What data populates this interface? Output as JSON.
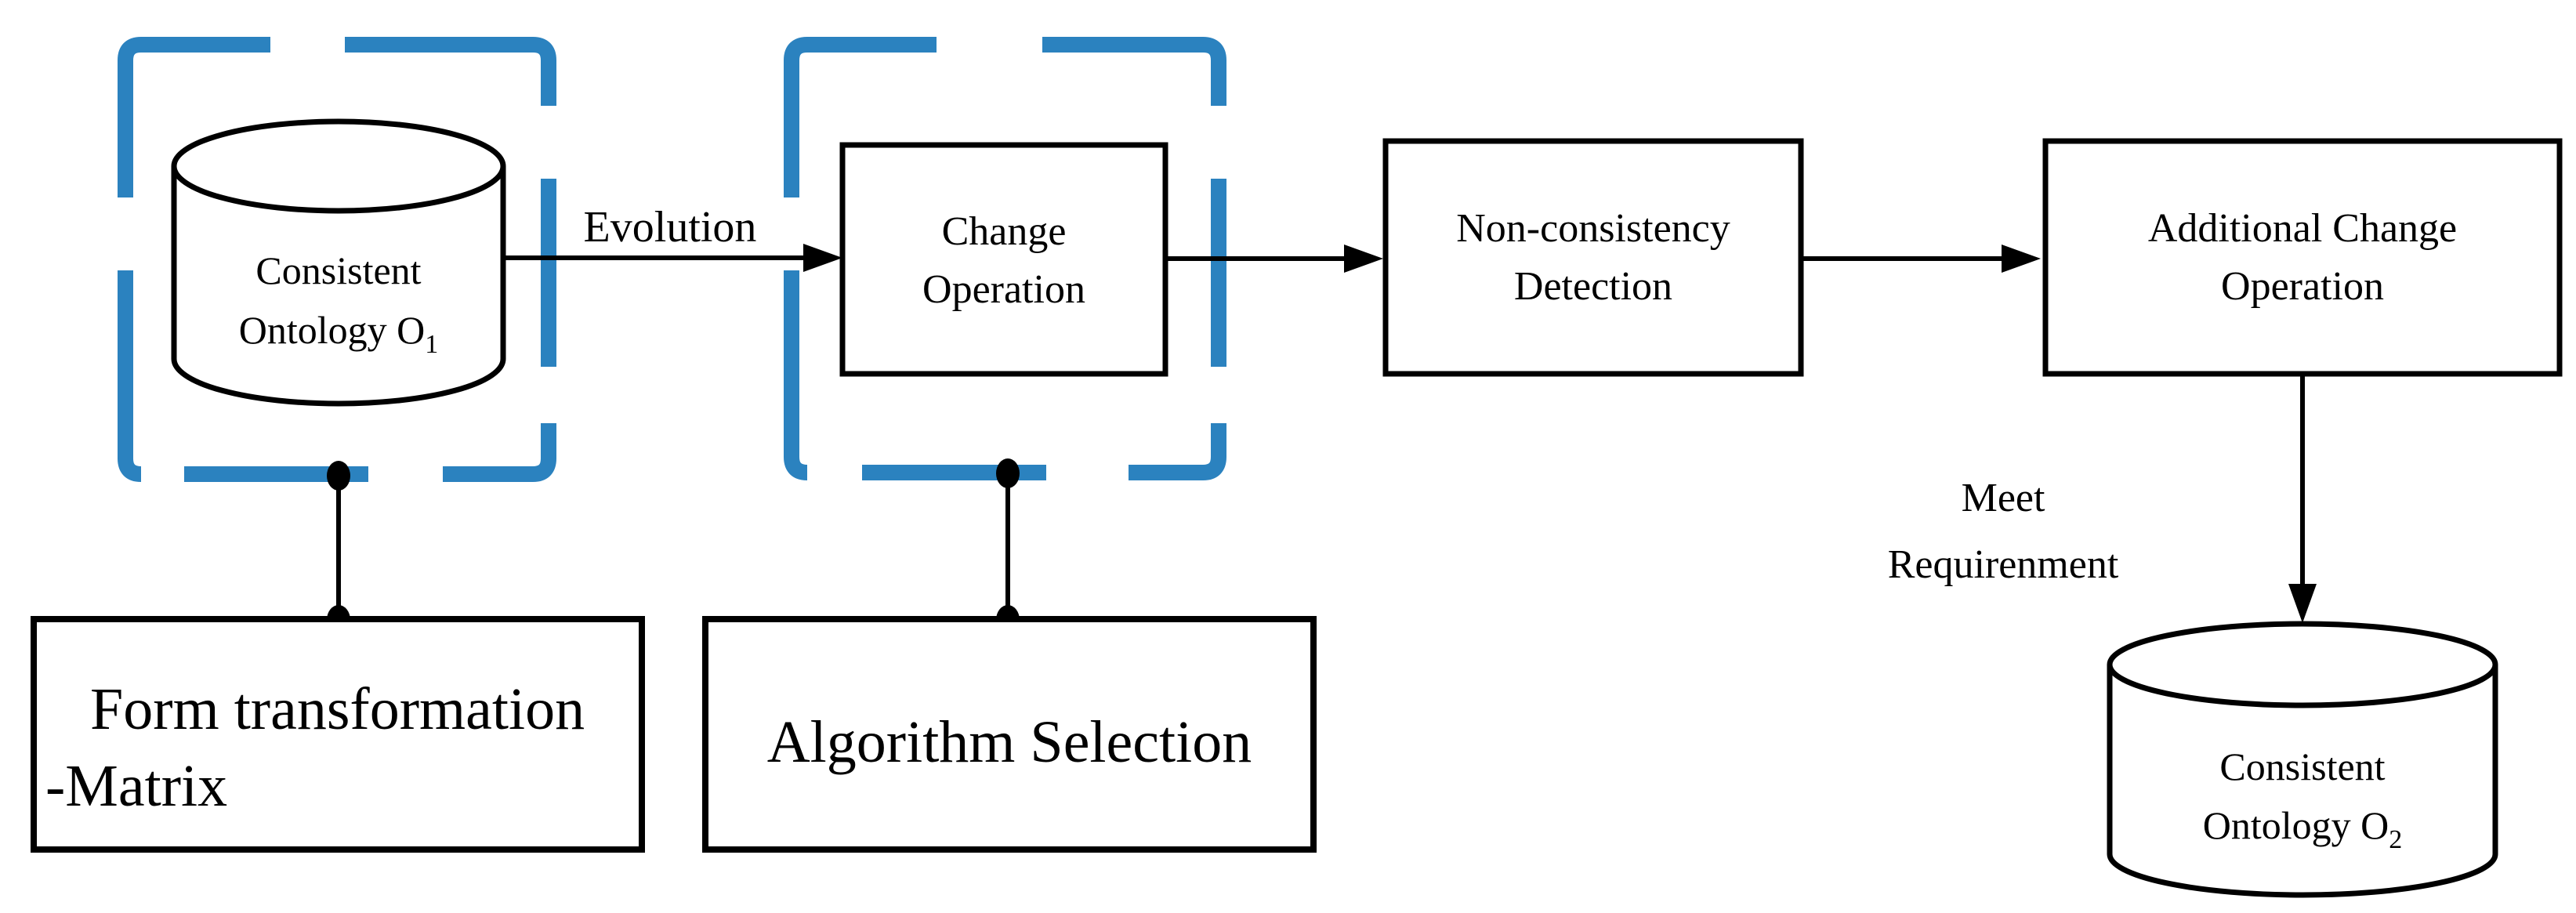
{
  "colors": {
    "dash_blue": "#2b82bf",
    "ink": "#000000",
    "box_fill": "#ffffff"
  },
  "nodes": {
    "source_ontology": {
      "line1": "Consistent",
      "line2": "Ontology O",
      "subscript": "1"
    },
    "change_operation": {
      "line1": "Change",
      "line2": "Operation"
    },
    "non_consistency_detection": {
      "line1": "Non-consistency",
      "line2": "Detection"
    },
    "additional_change_operation": {
      "line1": "Additional Change",
      "line2": "Operation"
    },
    "result_ontology": {
      "line1": "Consistent",
      "line2": "Ontology O",
      "subscript": "2"
    },
    "form_transformation_matrix": {
      "line1": "Form transformation",
      "line2": "-Matrix"
    },
    "algorithm_selection": {
      "label": "Algorithm Selection"
    }
  },
  "labels": {
    "evolution": "Evolution",
    "meet_requirement_line1": "Meet",
    "meet_requirement_line2": "Requirenment"
  }
}
